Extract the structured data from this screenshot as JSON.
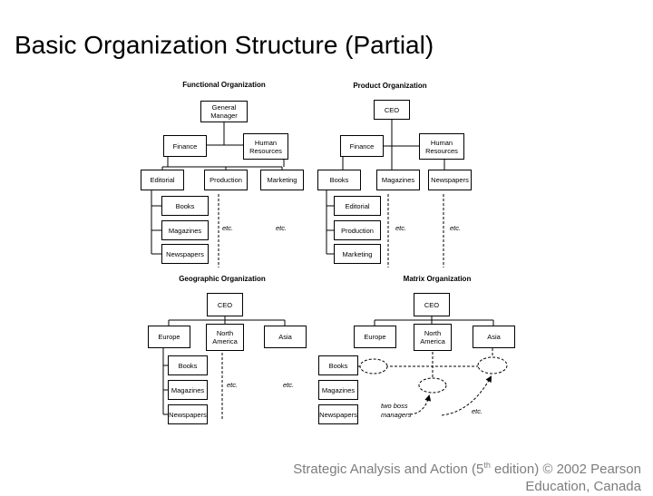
{
  "title": "Basic Organization Structure (Partial)",
  "charts": {
    "functional": {
      "title": "Functional Organization",
      "nodes": {
        "root": "General Manager",
        "finance": "Finance",
        "hr": "Human Resources",
        "editorial": "Editorial",
        "production": "Production",
        "marketing": "Marketing",
        "sub1": "Books",
        "sub2": "Magazines",
        "sub3": "Newspapers",
        "etc1": "etc.",
        "etc2": "etc."
      }
    },
    "product": {
      "title": "Product Organization",
      "nodes": {
        "root": "CEO",
        "finance": "Finance",
        "hr": "Human Resources",
        "div1": "Books",
        "div2": "Magazines",
        "div3": "Newspapers",
        "sub1": "Editorial",
        "sub2": "Production",
        "sub3": "Marketing",
        "etc1": "etc.",
        "etc2": "etc."
      }
    },
    "geographic": {
      "title": "Geographic Organization",
      "nodes": {
        "root": "CEO",
        "region1": "Europe",
        "region2": "North America",
        "region3": "Asia",
        "sub1": "Books",
        "sub2": "Magazines",
        "sub3": "Newspapers",
        "etc1": "etc.",
        "etc2": "etc."
      }
    },
    "matrix": {
      "title": "Matrix Organization",
      "nodes": {
        "root": "CEO",
        "region1": "Europe",
        "region2": "North America",
        "region3": "Asia",
        "sub1": "Books",
        "sub2": "Magazines",
        "sub3": "Newspapers",
        "two_boss": "two boss managers",
        "etc": "etc."
      }
    }
  },
  "footer": {
    "citation_pre": "Strategic Analysis and Action (5",
    "citation_sup": "th",
    "citation_post": " edition) © 2002 Pearson",
    "citation_line2": "Education, Canada"
  },
  "colors": {
    "line": "#000000",
    "text": "#000000",
    "citation": "#7d7d7d",
    "background": "#ffffff"
  }
}
